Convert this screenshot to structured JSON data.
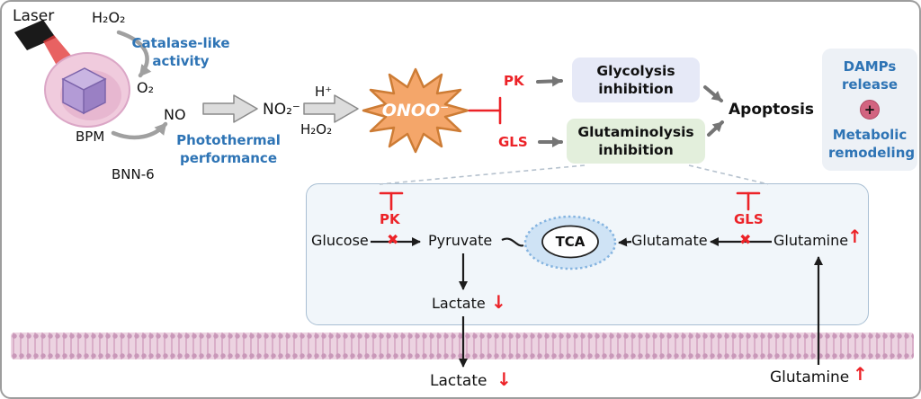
{
  "colors": {
    "blue": "#2e74b5",
    "red": "#ec2227",
    "star-fill": "#f4a66a",
    "star-stroke": "#cd7c35",
    "glycolysis-bg": "#e6e9f7",
    "glutaminolysis-bg": "#e3efdc",
    "damps-bg": "#edf1f6",
    "bigbox-bg": "#f1f6fa",
    "bigbox-border": "#a9bfd3",
    "membrane-light": "#ecd3e1",
    "membrane-dark": "#d9aec8",
    "membrane-dot": "#c998b9",
    "mito-fill": "#cfe3f5",
    "mito-stroke": "#85b4e0",
    "plus-bg": "#d26480"
  },
  "mechanism": {
    "laser": "Laser",
    "h2o2": "H₂O₂",
    "catalase_activity": "Catalase-like activity",
    "o2": "O₂",
    "no": "NO",
    "photothermal": "Photothermal performance",
    "bpm": "BPM",
    "bnn6": "BNN-6",
    "no2": "NO₂⁻",
    "h_plus": "H⁺",
    "h2o2_reactant": "H₂O₂",
    "onoo": "ONOO⁻",
    "pk": "PK",
    "gls": "GLS",
    "glycolysis_inhibition": "Glycolysis inhibition",
    "glutaminolysis_inhibition": "Glutaminolysis inhibition",
    "apoptosis": "Apoptosis"
  },
  "damps_panel": {
    "damps_release": "DAMPs release",
    "plus": "+",
    "metabolic_remodeling": "Metabolic remodeling"
  },
  "pathway": {
    "pk": "PK",
    "glucose": "Glucose",
    "pk_block": "✖",
    "pyruvate": "Pyruvate",
    "tca": "TCA",
    "glutamate": "Glutamate",
    "gls": "GLS",
    "gls_block": "✖",
    "glutamine": "Glutamine",
    "glutamine_trend": "↑",
    "lactate": "Lactate",
    "lactate_trend": "↓"
  },
  "extracellular": {
    "lactate": "Lactate",
    "lactate_trend": "↓",
    "glutamine": "Glutamine",
    "glutamine_trend": "↑"
  }
}
